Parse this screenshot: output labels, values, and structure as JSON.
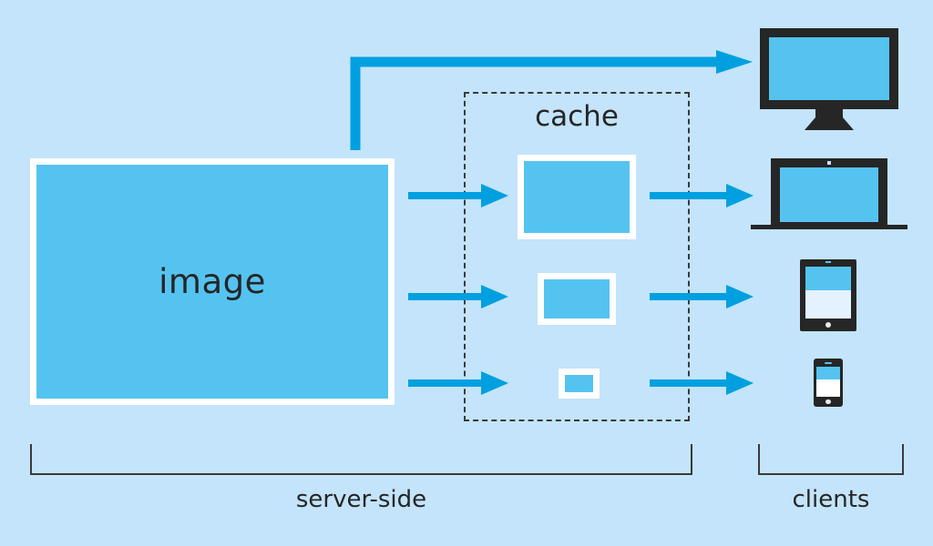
{
  "diagram": {
    "title": "image cache server-side to clients flow",
    "background_color": "#c3e4fa",
    "fill_color": "#55c3f0",
    "arrow_color": "#00a0e0",
    "outline_color": "#262626",
    "tile_border_color": "#ffffff"
  },
  "source": {
    "label": "image"
  },
  "cache": {
    "label": "cache",
    "tiles": [
      {
        "name": "large-cached-image",
        "size": "large"
      },
      {
        "name": "medium-cached-image",
        "size": "medium"
      },
      {
        "name": "small-cached-image",
        "size": "small"
      }
    ]
  },
  "arrows": {
    "source_to_cache": [
      {
        "name": "arrow-source-to-large"
      },
      {
        "name": "arrow-source-to-medium"
      },
      {
        "name": "arrow-source-to-small"
      }
    ],
    "cache_to_client": [
      {
        "name": "arrow-large-to-laptop"
      },
      {
        "name": "arrow-medium-to-tablet"
      },
      {
        "name": "arrow-small-to-phone"
      }
    ],
    "bypass": {
      "name": "arrow-bypass-cache-to-monitor"
    }
  },
  "clients": {
    "devices": [
      {
        "name": "monitor",
        "icon": "desktop-monitor-icon"
      },
      {
        "name": "laptop",
        "icon": "laptop-icon"
      },
      {
        "name": "tablet",
        "icon": "tablet-icon"
      },
      {
        "name": "phone",
        "icon": "smartphone-icon"
      }
    ]
  },
  "groups": {
    "server_side_label": "server-side",
    "clients_label": "clients"
  }
}
